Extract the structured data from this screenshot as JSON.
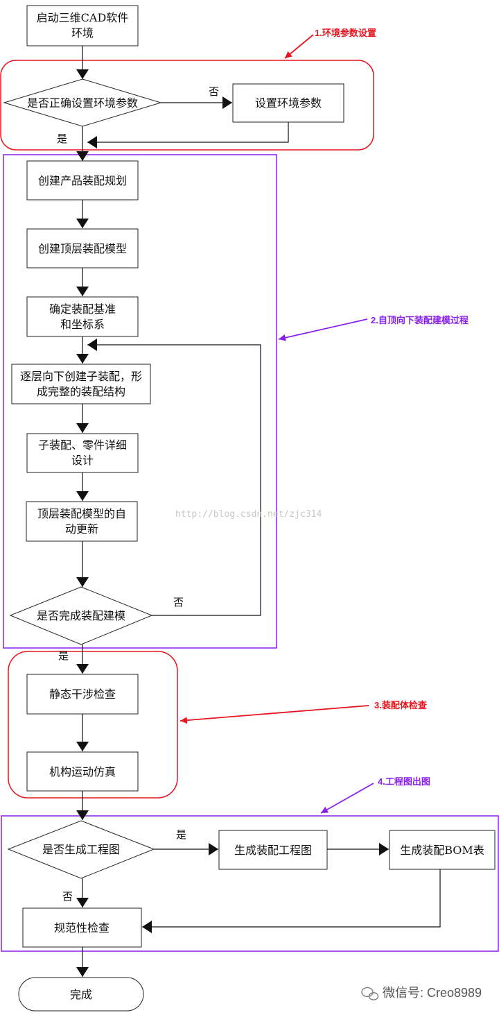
{
  "nodes": {
    "start": [
      "启动三维CAD软件",
      "环境"
    ],
    "check_env": "是否正确设置环境参数",
    "set_env": "设置环境参数",
    "plan": "创建产品装配规划",
    "top_model": "创建顶层装配模型",
    "datum": [
      "确定装配基准",
      "和坐标系"
    ],
    "subassy": [
      "逐层向下创建子装配，形",
      "成完整的装配结构"
    ],
    "detail": [
      "子装配、零件详细",
      "设计"
    ],
    "update": [
      "顶层装配模型的自",
      "动更新"
    ],
    "check_done": "是否完成装配建模",
    "interference": "静态干涉检查",
    "motion": "机构运动仿真",
    "check_drawing": "是否生成工程图",
    "gen_drawing": "生成装配工程图",
    "gen_bom": "生成装配BOM表",
    "standard": "规范性检查",
    "finish": "完成"
  },
  "edge_labels": {
    "no_env": "否",
    "yes_env": "是",
    "no_done": "否",
    "yes_done": "是",
    "yes_drawing": "是",
    "no_drawing": "否"
  },
  "annotations": {
    "env_setup": "1.环境参数设置",
    "top_down": "2.自顶向下装配建模过程",
    "assy_check": "3.装配体检查",
    "drawing_out": "4.工程图出图"
  },
  "watermark": "http://blog.csdn.net/zjc314",
  "brand": "微信号: Creo8989",
  "colors": {
    "red": "#e8141e",
    "purple": "#8a1ff0",
    "line": "#111111"
  }
}
